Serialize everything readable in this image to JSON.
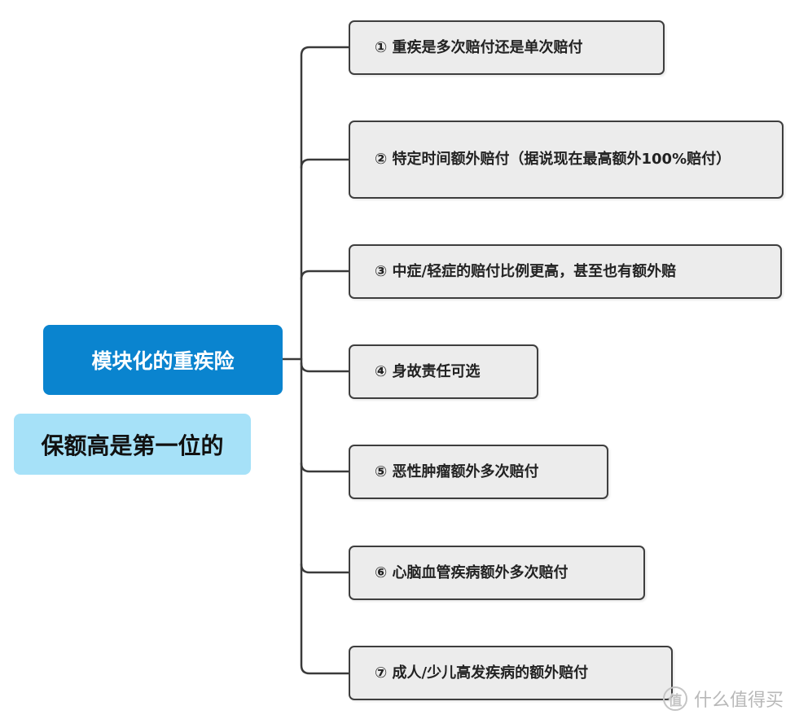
{
  "root": {
    "label": "模块化的重疾险"
  },
  "side_note": {
    "label": "保额高是第一位的"
  },
  "branches": [
    {
      "label": "① 重疾是多次赔付还是单次赔付"
    },
    {
      "label": "② 特定时间额外赔付（据说现在最高额外100%赔付）"
    },
    {
      "label": "③ 中症/轻症的赔付比例更高，甚至也有额外赔"
    },
    {
      "label": "④ 身故责任可选"
    },
    {
      "label": "⑤ 恶性肿瘤额外多次赔付"
    },
    {
      "label": "⑥ 心脑血管疾病额外多次赔付"
    },
    {
      "label": "⑦ 成人/少儿高发疾病的额外赔付"
    }
  ],
  "watermark": {
    "icon_text": "值",
    "text": "什么值得买"
  },
  "colors": {
    "root_bg": "#0a84cf",
    "side_bg": "#a6e1f8",
    "branch_bg": "#ececec",
    "branch_border": "#3e3e3e",
    "connector": "#3a3a3a"
  }
}
